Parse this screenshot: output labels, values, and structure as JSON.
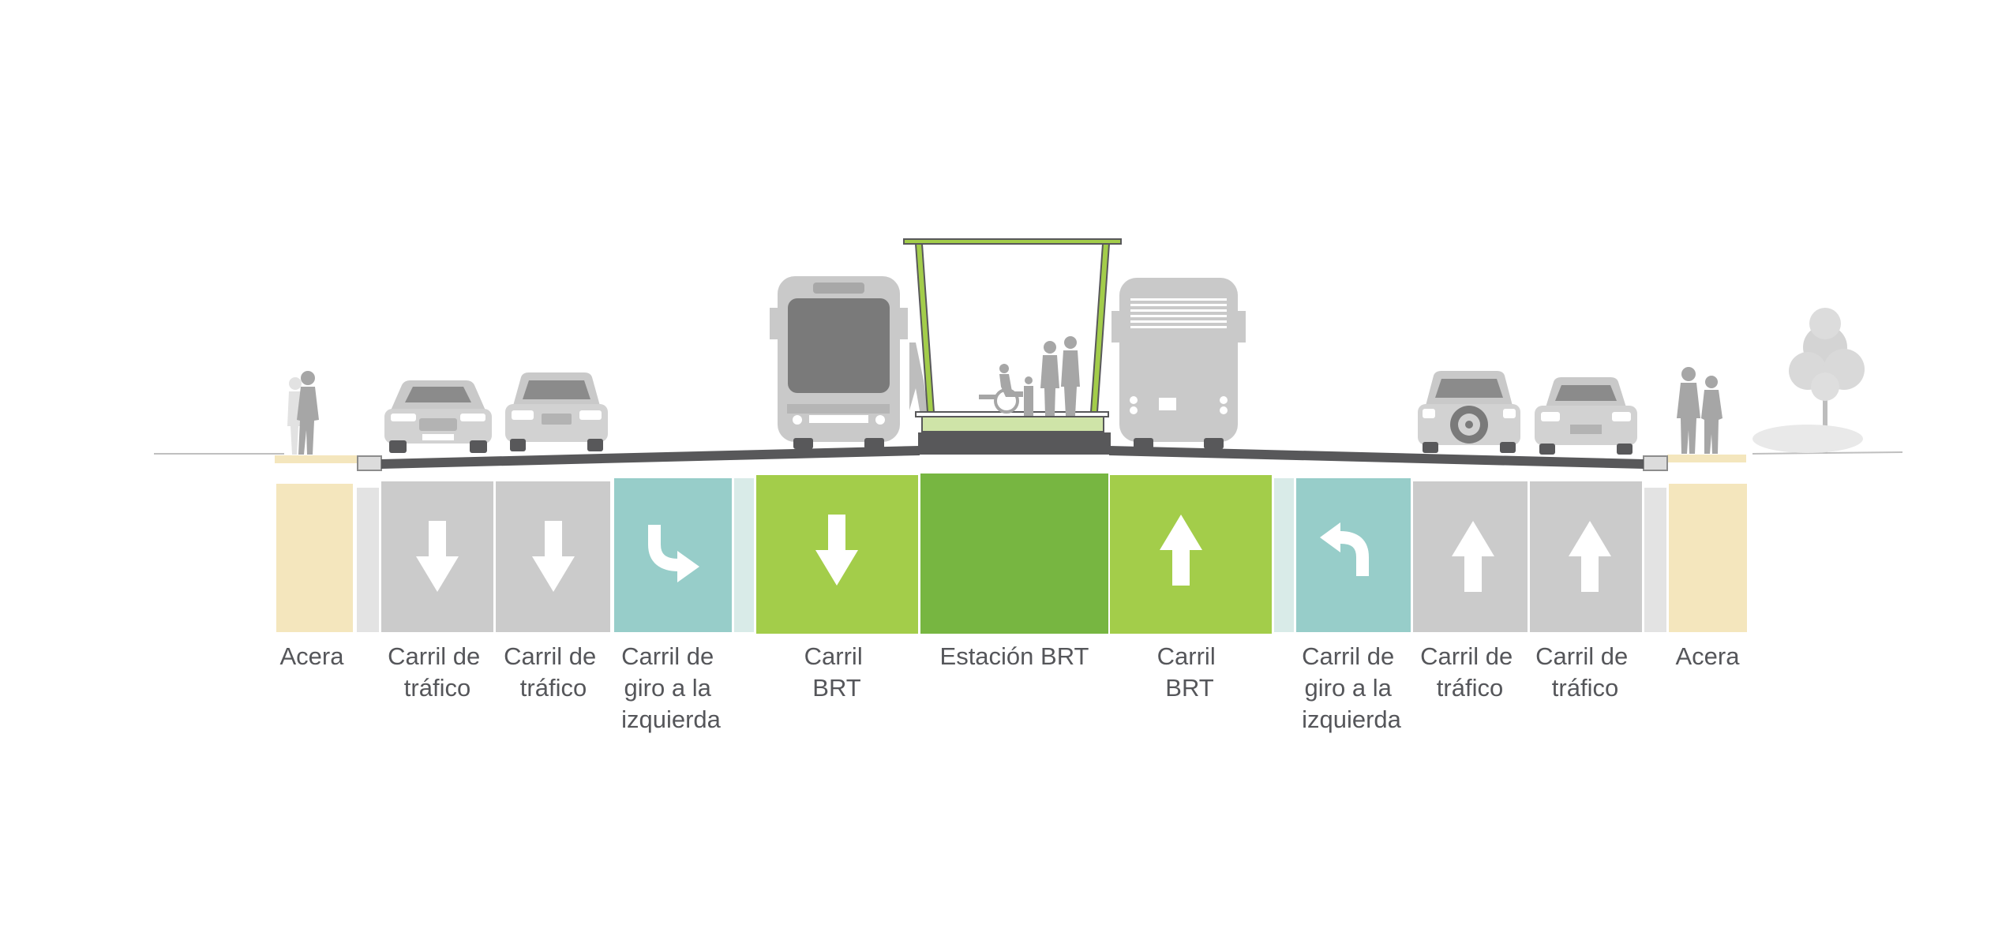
{
  "segments": [
    {
      "id": "acera-left",
      "kind": "sidewalk",
      "arrow": "none",
      "label_lines": [
        "Acera"
      ]
    },
    {
      "id": "traffic-1",
      "kind": "traffic",
      "arrow": "down",
      "label_lines": [
        "Carril de",
        "tráfico"
      ]
    },
    {
      "id": "traffic-2",
      "kind": "traffic",
      "arrow": "down",
      "label_lines": [
        "Carril de",
        "tráfico"
      ]
    },
    {
      "id": "turn-left-1",
      "kind": "turn",
      "arrow": "turn-down-right",
      "label_lines": [
        "Carril de",
        "giro a la",
        "izquierda"
      ]
    },
    {
      "id": "brt-1",
      "kind": "brt",
      "arrow": "down",
      "label_lines": [
        "Carril",
        "BRT"
      ]
    },
    {
      "id": "station",
      "kind": "station",
      "arrow": "none",
      "label_lines": [
        "Estación BRT"
      ]
    },
    {
      "id": "brt-2",
      "kind": "brt",
      "arrow": "up",
      "label_lines": [
        "Carril",
        "BRT"
      ]
    },
    {
      "id": "turn-left-2",
      "kind": "turn",
      "arrow": "turn-up-left",
      "label_lines": [
        "Carril de",
        "giro a la",
        "izquierda"
      ]
    },
    {
      "id": "traffic-3",
      "kind": "traffic",
      "arrow": "up",
      "label_lines": [
        "Carril de",
        "tráfico"
      ]
    },
    {
      "id": "traffic-4",
      "kind": "traffic",
      "arrow": "up",
      "label_lines": [
        "Carril de",
        "tráfico"
      ]
    },
    {
      "id": "acera-right",
      "kind": "sidewalk",
      "arrow": "none",
      "label_lines": [
        "Acera"
      ]
    }
  ],
  "colors": {
    "sidewalk": "#f4e6bd",
    "traffic": "#cbcbcb",
    "turn": "#97cdc9",
    "brt": "#a3cd4a",
    "station": "#77b641",
    "buffer": "#e3e3e3",
    "buffer_light": "#d9ebe8",
    "road": "#58585a",
    "vehicle": "#c9c9c9",
    "person": "#a6a6a6",
    "label": "#55565a"
  },
  "icons": {
    "pedestrians": "pedestrian-icon",
    "car": "car-icon",
    "bus": "bus-icon",
    "shelter": "bus-shelter-icon",
    "tree": "tree-icon"
  }
}
